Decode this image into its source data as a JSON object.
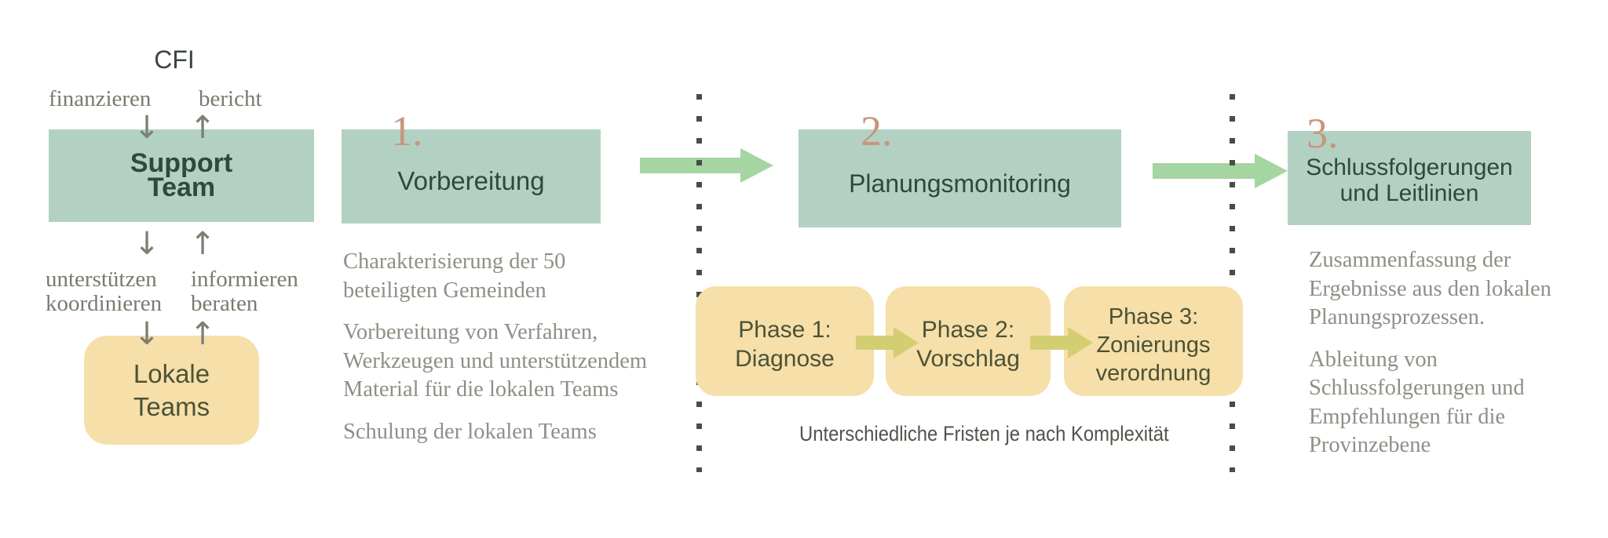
{
  "palette": {
    "teal_box": "#b3d1c3",
    "yellow_box": "#f6dfa8",
    "green_arrow": "#a5d5a0",
    "olive_arrow": "#d3ce72",
    "stage_number": "#c7967e",
    "heading_text": "#2d4a3b",
    "olive_text": "#4c5238",
    "serif_gray_text": "#8c9186",
    "dot_color": "#4b4d45"
  },
  "icons": {
    "arrow_down": "↓",
    "arrow_up": "↑"
  },
  "left_panel": {
    "title": "CFI",
    "label_finanzieren": "finanzieren",
    "label_bericht": "bericht",
    "support_team_lines": [
      "Support",
      "Team"
    ],
    "label_unterstuetzen_lines": [
      "unterstützen",
      "koordinieren"
    ],
    "label_informieren_lines": [
      "informieren",
      "beraten"
    ],
    "lokale_teams_lines": [
      "Lokale",
      "Teams"
    ]
  },
  "step1": {
    "number": "1.",
    "box_label": "Vorbereitung",
    "paragraphs": [
      [
        "Charakterisierung der 50",
        "beteiligten Gemeinden"
      ],
      [
        "Vorbereitung von Verfahren,",
        "Werkzeugen und unterstützendem",
        "Material für die lokalen Teams"
      ],
      [
        "Schulung der lokalen Teams"
      ]
    ]
  },
  "step2": {
    "number": "2.",
    "box_label": "Planungsmonitoring",
    "phases": [
      {
        "lines": [
          "Phase 1:",
          "Diagnose"
        ]
      },
      {
        "lines": [
          "Phase 2:",
          "Vorschlag"
        ]
      },
      {
        "lines": [
          "Phase 3:",
          "Zonierungs",
          "verordnung"
        ]
      }
    ],
    "caption": "Unterschiedliche Fristen je nach Komplexität"
  },
  "step3": {
    "number": "3.",
    "box_lines": [
      "Schlussfolgerungen",
      "und Leitlinien"
    ],
    "paragraphs": [
      [
        "Zusammenfassung der",
        "Ergebnisse aus den lokalen",
        "Planungsprozessen."
      ],
      [
        "Ableitung von",
        "Schlussfolgerungen und",
        "Empfehlungen für die",
        "Provinzebene"
      ]
    ]
  }
}
